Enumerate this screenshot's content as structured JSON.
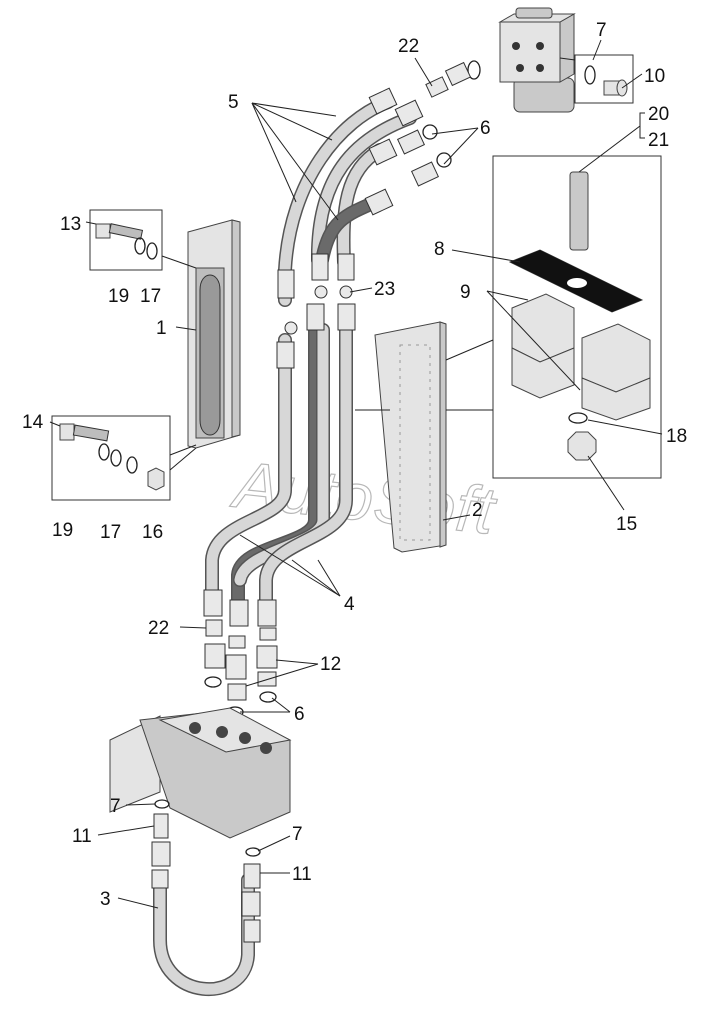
{
  "callouts": [
    {
      "id": "c22a",
      "text": "22"
    },
    {
      "id": "c7a",
      "text": "7"
    },
    {
      "id": "c10",
      "text": "10"
    },
    {
      "id": "c5",
      "text": "5"
    },
    {
      "id": "c6a",
      "text": "6"
    },
    {
      "id": "c20",
      "text": "20"
    },
    {
      "id": "c21",
      "text": "21"
    },
    {
      "id": "c13",
      "text": "13"
    },
    {
      "id": "c8",
      "text": "8"
    },
    {
      "id": "c19a",
      "text": "19"
    },
    {
      "id": "c17a",
      "text": "17"
    },
    {
      "id": "c23",
      "text": "23"
    },
    {
      "id": "c9",
      "text": "9"
    },
    {
      "id": "c1",
      "text": "1"
    },
    {
      "id": "c18",
      "text": "18"
    },
    {
      "id": "c14",
      "text": "14"
    },
    {
      "id": "c19b",
      "text": "19"
    },
    {
      "id": "c17b",
      "text": "17"
    },
    {
      "id": "c16",
      "text": "16"
    },
    {
      "id": "c15",
      "text": "15"
    },
    {
      "id": "c2",
      "text": "2"
    },
    {
      "id": "c4",
      "text": "4"
    },
    {
      "id": "c22b",
      "text": "22"
    },
    {
      "id": "c12",
      "text": "12"
    },
    {
      "id": "c6b",
      "text": "6"
    },
    {
      "id": "c7b",
      "text": "7"
    },
    {
      "id": "c11a",
      "text": "11"
    },
    {
      "id": "c7c",
      "text": "7"
    },
    {
      "id": "c11b",
      "text": "11"
    },
    {
      "id": "c3",
      "text": "3"
    }
  ],
  "watermark": "AutoSoft"
}
